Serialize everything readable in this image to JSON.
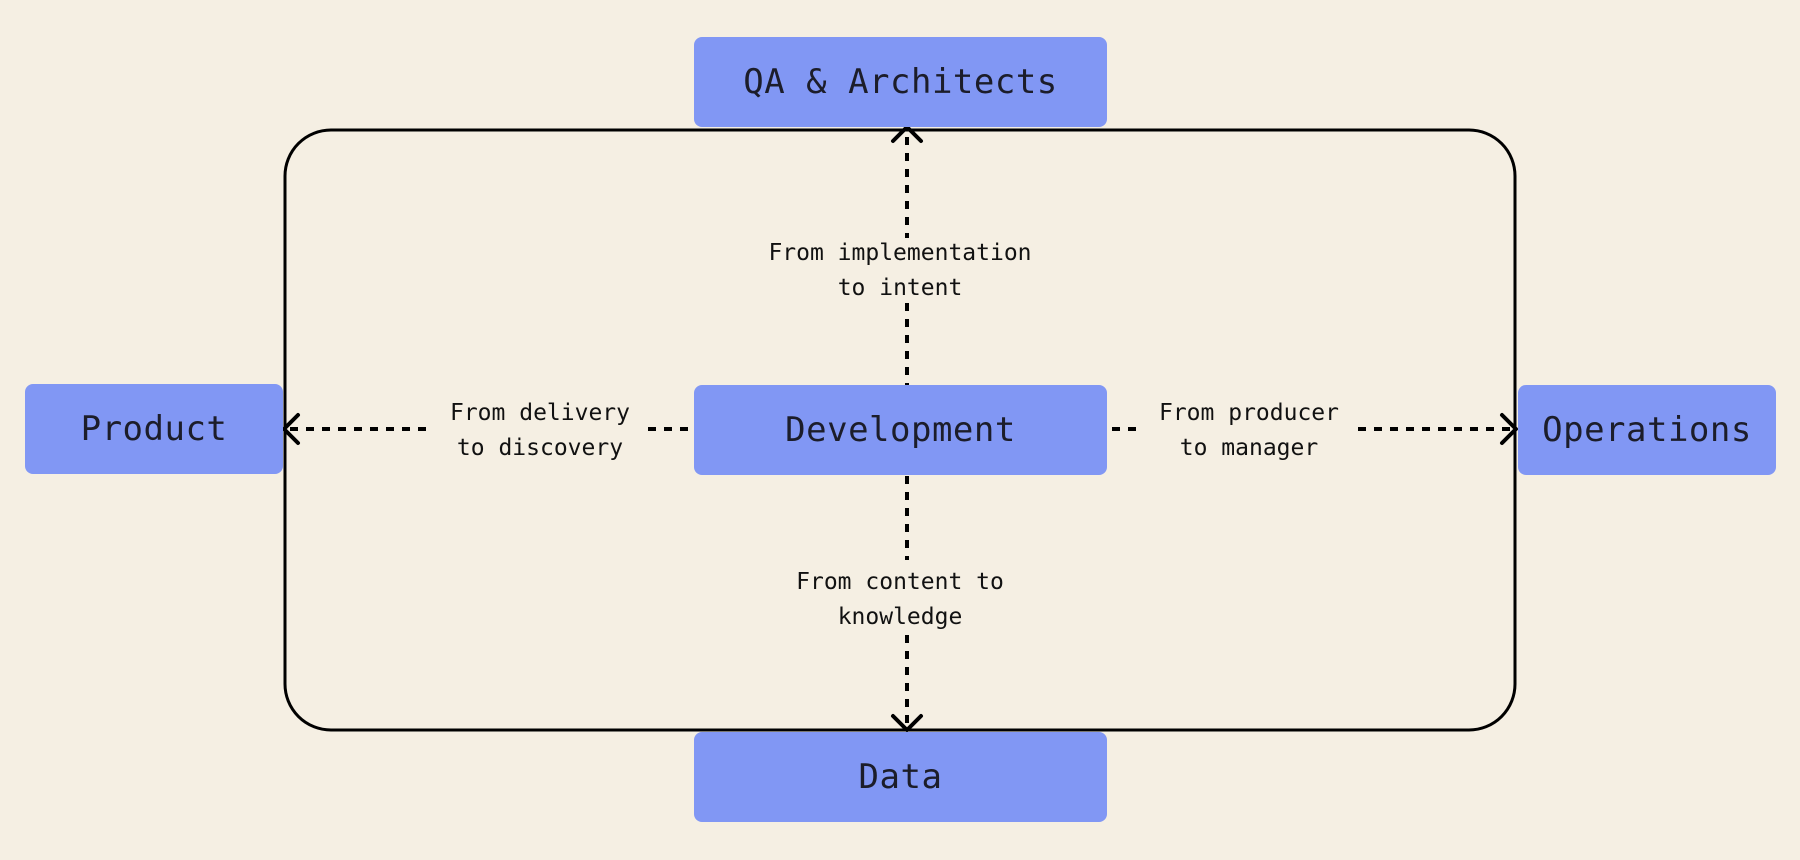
{
  "colors": {
    "background": "#f5efe3",
    "node_fill": "#8197f4",
    "node_text": "#1c1d2a",
    "line": "#000000"
  },
  "nodes": {
    "qa_architects": "QA & Architects",
    "product": "Product",
    "development": "Development",
    "operations": "Operations",
    "data": "Data"
  },
  "edges": {
    "to_qa": {
      "line1": "From implementation",
      "line2": "to intent"
    },
    "to_product": {
      "line1": "From delivery",
      "line2": "to discovery"
    },
    "to_operations": {
      "line1": "From producer",
      "line2": "to manager"
    },
    "to_data": {
      "line1": "From content to",
      "line2": "knowledge"
    }
  }
}
